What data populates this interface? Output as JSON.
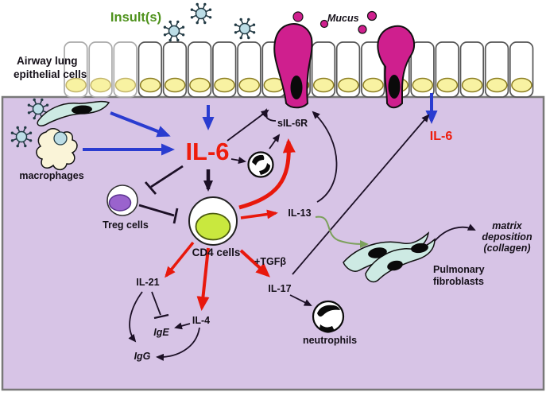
{
  "title": "IL-6 airway inflammation pathway diagram",
  "labels": {
    "insult": "Insult(s)",
    "mucus": "Mucus",
    "airway_line1": "Airway lung",
    "airway_line2": "epithelial cells",
    "macrophages": "macrophages",
    "il6_main": "IL-6",
    "sil6r": "sIL-6R",
    "treg": "Treg cells",
    "cd4": "CD4 cells",
    "il13": "IL-13",
    "il21": "IL-21",
    "il4": "IL-4",
    "ige": "IgE",
    "igg": "IgG",
    "tgfb": "+TGFβ",
    "il17": "IL-17",
    "neutrophils": "neutrophils",
    "il6_right": "IL-6",
    "pulmonary_line1": "Pulmonary",
    "pulmonary_line2": "fibroblasts",
    "matrix_line1": "matrix",
    "matrix_line2": "deposition",
    "matrix_line3": "(collagen)"
  },
  "colors": {
    "background_lavender": "#d7c4e6",
    "box_border_gray": "#787878",
    "insult_green": "#4f921d",
    "il6_red": "#ee1c0c",
    "arrow_blue": "#2a3cd0",
    "arrow_red": "#e8180c",
    "arrow_black": "#1c1026",
    "arrow_green": "#7ca05c",
    "goblet_magenta": "#cf1f8e",
    "epithelial_yellow": "#f8f2a2",
    "epithelial_yellow_border": "#8b7d22",
    "cell_border_dark": "#555555",
    "cell_border_light": "#aaaaaa",
    "cd4_green": "#c9e83e",
    "treg_purple": "#9a63cd",
    "fibroblast_teal": "#cdeae3",
    "macrophage_cream": "#faf4d8",
    "virus_blue": "#bcdde6",
    "virus_dark": "#223a44"
  }
}
